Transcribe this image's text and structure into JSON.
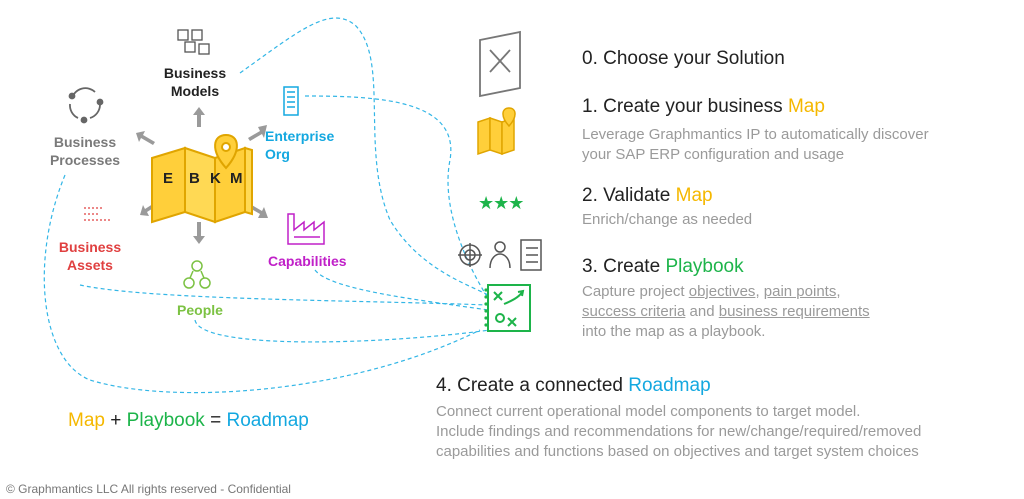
{
  "colors": {
    "map": "#f5b800",
    "playbook": "#1db44a",
    "roadmap": "#14a8e0",
    "people": "#7cc243",
    "capabilities": "#c020c8",
    "assets": "#e04040",
    "gray": "#7a7a7a",
    "dashed": "#33b6e6"
  },
  "nodes": {
    "business_models": "Business\nModels",
    "enterprise_org": "Enterprise\nOrg",
    "business_processes": "Business\nProcesses",
    "business_assets": "Business\nAssets",
    "capabilities": "Capabilities",
    "people": "People"
  },
  "map_letters": [
    "E",
    "B",
    "K",
    "M"
  ],
  "equation": {
    "map": "Map",
    "plus": "+",
    "playbook": "Playbook",
    "equals": "=",
    "roadmap": "Roadmap"
  },
  "steps": {
    "s0": {
      "title": "0. Choose your Solution"
    },
    "s1": {
      "title_prefix": "1. Create your business ",
      "title_highlight": "Map",
      "desc1": "Leverage Graphmantics IP to automatically discover",
      "desc2": "your SAP ERP configuration and usage"
    },
    "s2": {
      "title_prefix": "2. Validate ",
      "title_highlight": "Map",
      "desc": "Enrich/change as needed"
    },
    "s3": {
      "title_prefix": "3. Create ",
      "title_highlight": "Playbook",
      "line1_a": "Capture project ",
      "line1_b": "objectives",
      "line1_c": ", ",
      "line1_d": "pain points",
      "line1_e": ",",
      "line2_a": "success criteria",
      "line2_b": " and ",
      "line2_c": "business requirements",
      "line3": "into the map as a playbook."
    },
    "s4": {
      "title_prefix": "4. Create a connected ",
      "title_highlight": "Roadmap",
      "desc1": "Connect current operational model components to target model.",
      "desc2": "Include findings and recommendations for new/change/required/removed",
      "desc3": "capabilities and functions based on objectives and target system choices"
    }
  },
  "stars": "★★★",
  "footer": "© Graphmantics LLC All rights reserved - Confidential"
}
